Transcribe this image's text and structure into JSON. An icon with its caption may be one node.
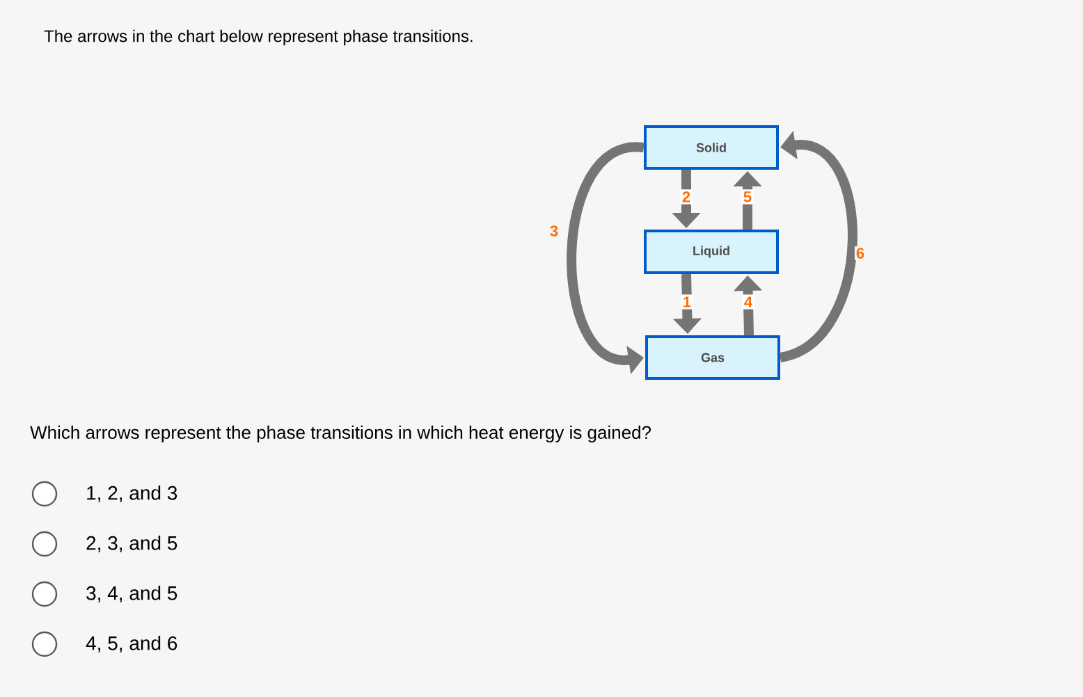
{
  "diagram": {
    "title": "The arrows in the chart below represent phase transitions.",
    "nodes": [
      {
        "text": [
          "Solid"
        ]
      },
      {
        "text": [
          "Liquid"
        ]
      },
      {
        "text": [
          "Gas"
        ]
      }
    ],
    "edges": [
      {
        "from": 0,
        "to": 1,
        "arrow": "to",
        "label": "2"
      },
      {
        "from": 1,
        "to": 0,
        "arrow": "to",
        "label": "5"
      },
      {
        "from": 1,
        "to": 2,
        "arrow": "to",
        "label": "1"
      },
      {
        "from": 2,
        "to": 1,
        "arrow": "to",
        "label": "4"
      },
      {
        "from": 0,
        "to": 2,
        "arrow": "to",
        "label": "3"
      },
      {
        "from": 2,
        "to": 0,
        "arrow": "to",
        "label": "6"
      }
    ],
    "labels": [
      "Which arrows represent the phase transitions in which heat energy is gained?",
      "1, 2, and 3",
      "2, 3, and 5",
      "3, 4, and 5",
      "4, 5, and 6"
    ]
  }
}
